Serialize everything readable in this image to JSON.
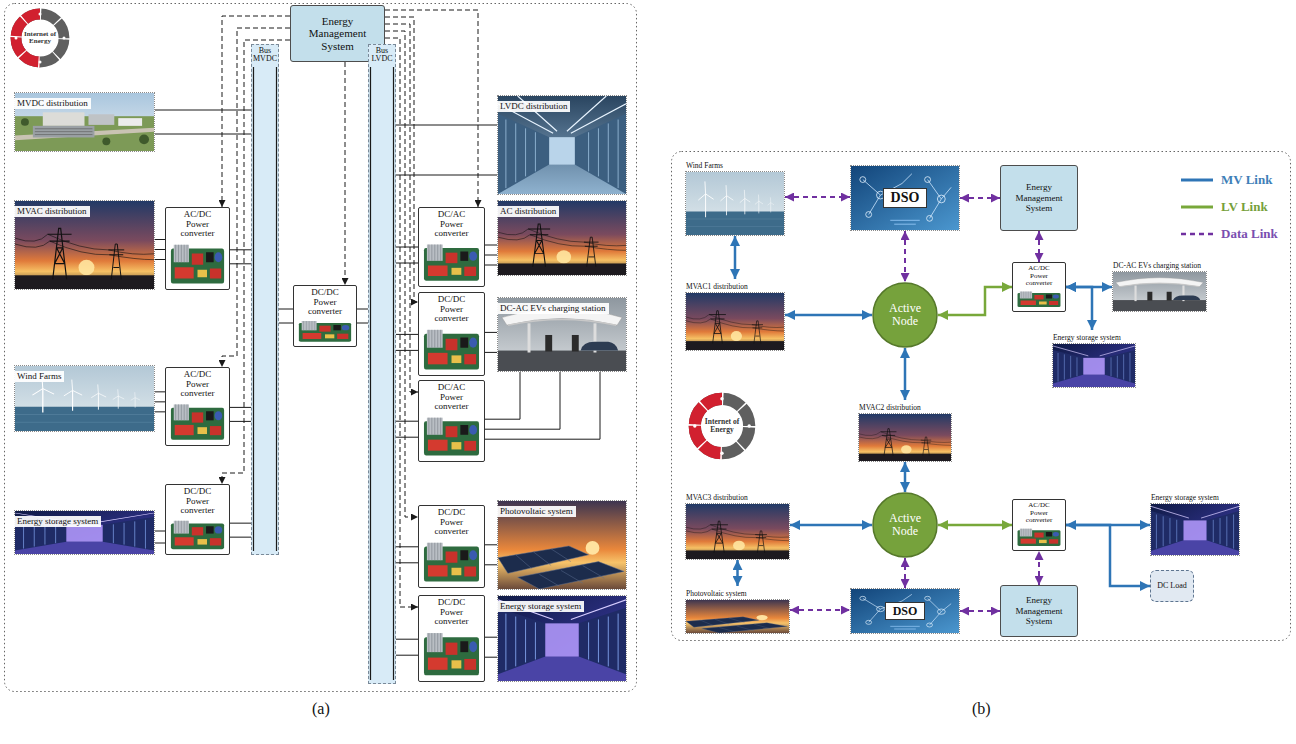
{
  "diagram": {
    "nodes": [
      {
        "text": [
          "Internet of Energy"
        ]
      },
      {
        "text": [
          "Energy Management System"
        ]
      },
      {
        "text": [
          "Bus MVDC"
        ]
      },
      {
        "text": [
          "Bus LVDC"
        ]
      },
      {
        "text": [
          "MVDC distribution"
        ]
      },
      {
        "text": [
          "MVAC distribution"
        ]
      },
      {
        "text": [
          "AC/DC Power converter"
        ]
      },
      {
        "text": [
          "LVDC distribution"
        ]
      },
      {
        "text": [
          "DC/AC Power converter"
        ]
      },
      {
        "text": [
          "AC distribution"
        ]
      },
      {
        "text": [
          "DC/DC Power converter"
        ]
      },
      {
        "text": [
          "DC/DC Power converter"
        ]
      },
      {
        "text": [
          "DC-AC EVs charging station"
        ]
      },
      {
        "text": [
          "DC/AC Power converter"
        ]
      },
      {
        "text": [
          "Wind Farms"
        ]
      },
      {
        "text": [
          "AC/DC Power converter"
        ]
      },
      {
        "text": [
          "Energy storage system"
        ]
      },
      {
        "text": [
          "DC/DC Power converter"
        ]
      },
      {
        "text": [
          "DC/DC Power converter"
        ]
      },
      {
        "text": [
          "Photovoltaic system"
        ]
      },
      {
        "text": [
          "DC/DC Power converter"
        ]
      },
      {
        "text": [
          "Energy storage system"
        ]
      },
      {
        "text": [
          "Wind Farms"
        ]
      },
      {
        "text": [
          "DSO"
        ]
      },
      {
        "text": [
          "Energy Management System"
        ]
      },
      {
        "text": [
          "MVAC1 distribution"
        ]
      },
      {
        "text": [
          "Active Node"
        ]
      },
      {
        "text": [
          "AC/DC Power converter"
        ]
      },
      {
        "text": [
          "DC-AC EVs charging station"
        ]
      },
      {
        "text": [
          "Energy storage system"
        ]
      },
      {
        "text": [
          "Internet of Energy"
        ]
      },
      {
        "text": [
          "MVAC2 distribution"
        ]
      },
      {
        "text": [
          "MVAC3 distribution"
        ]
      },
      {
        "text": [
          "Active Node"
        ]
      },
      {
        "text": [
          "AC/DC Power converter"
        ]
      },
      {
        "text": [
          "Energy storage system"
        ]
      },
      {
        "text": [
          "DC Load"
        ]
      },
      {
        "text": [
          "Photovoltaic system"
        ]
      },
      {
        "text": [
          "DSO"
        ]
      },
      {
        "text": [
          "Energy Management System"
        ]
      }
    ],
    "edges": [
      {
        "from": 4,
        "to": 2,
        "arrow": "none"
      },
      {
        "from": 5,
        "to": 6,
        "arrow": "none"
      },
      {
        "from": 6,
        "to": 2,
        "arrow": "none"
      },
      {
        "from": 14,
        "to": 15,
        "arrow": "none"
      },
      {
        "from": 15,
        "to": 2,
        "arrow": "none"
      },
      {
        "from": 16,
        "to": 17,
        "arrow": "none"
      },
      {
        "from": 17,
        "to": 2,
        "arrow": "none"
      },
      {
        "from": 2,
        "to": 10,
        "arrow": "none"
      },
      {
        "from": 10,
        "to": 3,
        "arrow": "none"
      },
      {
        "from": 3,
        "to": 7,
        "arrow": "none"
      },
      {
        "from": 3,
        "to": 8,
        "arrow": "none"
      },
      {
        "from": 8,
        "to": 9,
        "arrow": "none"
      },
      {
        "from": 3,
        "to": 11,
        "arrow": "none"
      },
      {
        "from": 11,
        "to": 12,
        "arrow": "none"
      },
      {
        "from": 3,
        "to": 13,
        "arrow": "none"
      },
      {
        "from": 13,
        "to": 12,
        "arrow": "none"
      },
      {
        "from": 3,
        "to": 18,
        "arrow": "none"
      },
      {
        "from": 18,
        "to": 19,
        "arrow": "none"
      },
      {
        "from": 3,
        "to": 20,
        "arrow": "none"
      },
      {
        "from": 20,
        "to": 21,
        "arrow": "none"
      },
      {
        "from": 1,
        "to": 6,
        "arrow": "to"
      },
      {
        "from": 1,
        "to": 15,
        "arrow": "to"
      },
      {
        "from": 1,
        "to": 17,
        "arrow": "to"
      },
      {
        "from": 1,
        "to": 10,
        "arrow": "to"
      },
      {
        "from": 1,
        "to": 8,
        "arrow": "to"
      },
      {
        "from": 1,
        "to": 11,
        "arrow": "to"
      },
      {
        "from": 1,
        "to": 13,
        "arrow": "to"
      },
      {
        "from": 1,
        "to": 18,
        "arrow": "to"
      },
      {
        "from": 1,
        "to": 20,
        "arrow": "to"
      },
      {
        "from": 22,
        "to": 23,
        "arrow": "both"
      },
      {
        "from": 23,
        "to": 24,
        "arrow": "both"
      },
      {
        "from": 22,
        "to": 25,
        "arrow": "both"
      },
      {
        "from": 25,
        "to": 26,
        "arrow": "both"
      },
      {
        "from": 23,
        "to": 26,
        "arrow": "both"
      },
      {
        "from": 26,
        "to": 27,
        "arrow": "both"
      },
      {
        "from": 24,
        "to": 27,
        "arrow": "both"
      },
      {
        "from": 27,
        "to": 28,
        "arrow": "both"
      },
      {
        "from": 27,
        "to": 29,
        "arrow": "both"
      },
      {
        "from": 26,
        "to": 31,
        "arrow": "both"
      },
      {
        "from": 31,
        "to": 33,
        "arrow": "both"
      },
      {
        "from": 32,
        "to": 33,
        "arrow": "both"
      },
      {
        "from": 33,
        "to": 34,
        "arrow": "both"
      },
      {
        "from": 34,
        "to": 35,
        "arrow": "both"
      },
      {
        "from": 34,
        "to": 36,
        "arrow": "to"
      },
      {
        "from": 32,
        "to": 37,
        "arrow": "both"
      },
      {
        "from": 37,
        "to": 38,
        "arrow": "both"
      },
      {
        "from": 38,
        "to": 33,
        "arrow": "both"
      },
      {
        "from": 38,
        "to": 39,
        "arrow": "both"
      },
      {
        "from": 39,
        "to": 34,
        "arrow": "both"
      }
    ],
    "labels": [
      "(a)",
      "(b)"
    ],
    "legend": [
      {
        "text": "MV Link"
      },
      {
        "text": "LV Link"
      },
      {
        "text": "Data Link"
      }
    ]
  }
}
